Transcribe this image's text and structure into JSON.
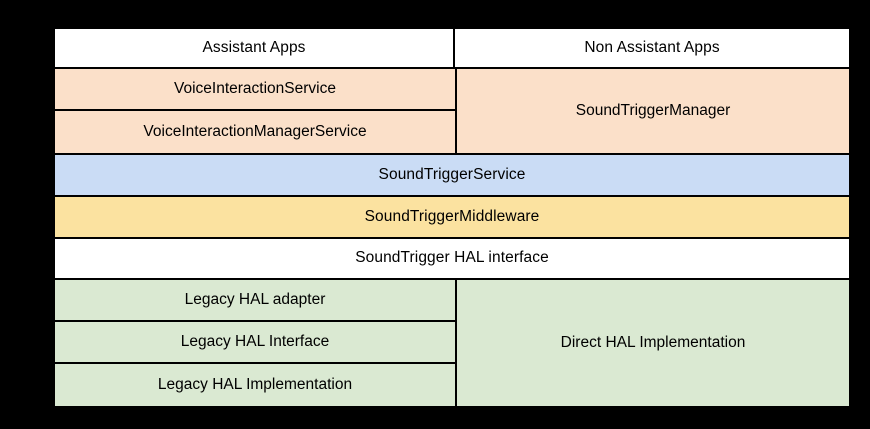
{
  "figure": {
    "kind": "layered-architecture-table",
    "colors": {
      "background": "#000000",
      "border": "#000000",
      "white": "#ffffff",
      "peach": "#fbe0c9",
      "blue": "#cadcf5",
      "yellow": "#fbe2a0",
      "green": "#dae9d2"
    }
  },
  "columns": {
    "left_header": "Assistant Apps",
    "right_header": "Non Assistant Apps"
  },
  "layers": {
    "app_layer": {
      "left_stack": [
        "VoiceInteractionService",
        "VoiceInteractionManagerService"
      ],
      "right_span": "SoundTriggerManager"
    },
    "service": "SoundTriggerService",
    "middleware": "SoundTriggerMiddleware",
    "hal_interface": "SoundTrigger HAL interface",
    "hal_layer": {
      "left_stack": [
        "Legacy HAL adapter",
        "Legacy HAL Interface",
        "Legacy HAL Implementation"
      ],
      "right_span": "Direct HAL Implementation"
    }
  }
}
